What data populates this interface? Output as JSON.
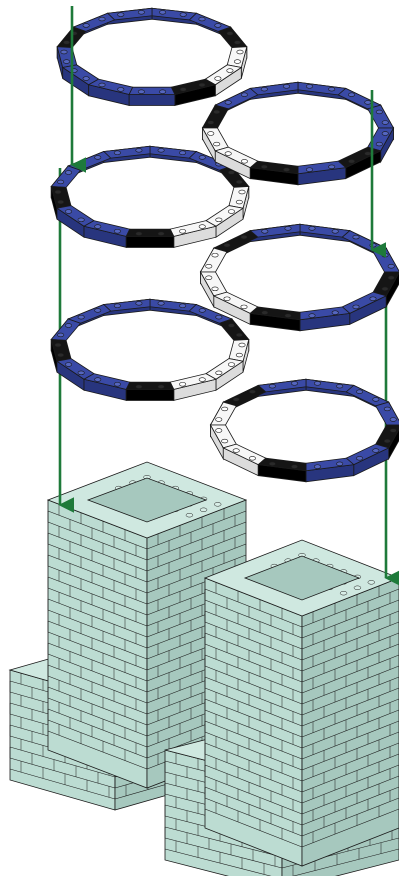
{
  "diagram": {
    "kind": "exploded-brick-assembly",
    "colors": {
      "blue": "#3a4aa6",
      "blue_dark": "#28357e",
      "blue_light": "#5566c0",
      "black": "#151515",
      "white": "#f7f7f7",
      "white_shade": "#dcdcdc",
      "mint": "#bcdcd2",
      "mint_shade": "#a6c8be",
      "mint_top": "#cfe8e0",
      "outline": "#1a1a1a",
      "arrow": "#1e7a3a"
    },
    "layer_rings": [
      {
        "name": "left-ring-1",
        "pattern": [
          "blue",
          "blue",
          "black",
          "white",
          "white",
          "black",
          "blue",
          "blue",
          "blue",
          "blue",
          "black",
          "blue",
          "blue"
        ]
      },
      {
        "name": "left-ring-2",
        "pattern": [
          "blue",
          "blue",
          "black",
          "white",
          "white",
          "white",
          "black",
          "blue",
          "blue",
          "black",
          "blue",
          "blue",
          "blue"
        ]
      },
      {
        "name": "left-ring-3",
        "pattern": [
          "blue",
          "blue",
          "black",
          "white",
          "white",
          "white",
          "black",
          "blue",
          "blue",
          "black",
          "blue",
          "blue",
          "blue"
        ]
      },
      {
        "name": "right-ring-1",
        "pattern": [
          "blue",
          "blue",
          "blue",
          "blue",
          "black",
          "blue",
          "black",
          "white",
          "white",
          "black",
          "blue",
          "blue"
        ]
      },
      {
        "name": "right-ring-2",
        "pattern": [
          "blue",
          "blue",
          "blue",
          "black",
          "blue",
          "blue",
          "black",
          "white",
          "white",
          "white",
          "black",
          "blue"
        ]
      },
      {
        "name": "right-ring-3",
        "pattern": [
          "blue",
          "blue",
          "blue",
          "black",
          "blue",
          "blue",
          "black",
          "white",
          "white",
          "white",
          "black",
          "blue"
        ]
      }
    ],
    "arrows": [
      {
        "name": "left-arrow-upper",
        "target": "left-ring-2"
      },
      {
        "name": "left-arrow-lower",
        "target": "left-tower"
      },
      {
        "name": "right-arrow-upper",
        "target": "right-ring-2"
      },
      {
        "name": "right-arrow-lower",
        "target": "right-tower"
      }
    ],
    "towers": [
      {
        "name": "left-tower"
      },
      {
        "name": "right-tower"
      }
    ]
  }
}
